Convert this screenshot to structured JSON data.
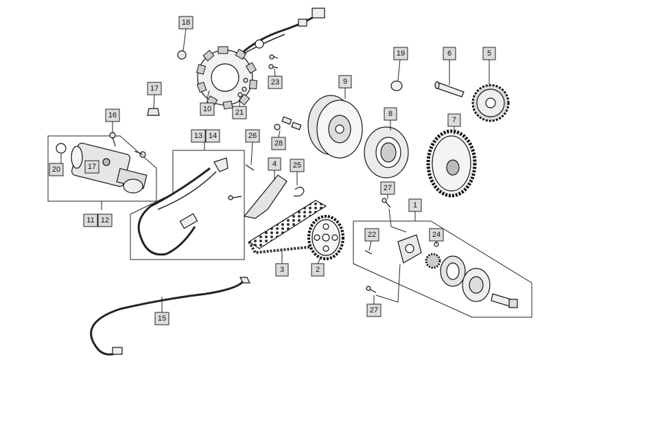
{
  "callouts": {
    "c1": "1",
    "c2": "2",
    "c3": "3",
    "c4": "4",
    "c5": "5",
    "c6": "6",
    "c7": "7",
    "c8": "8",
    "c9": "9",
    "c10": "10",
    "c11": "11",
    "c12": "12",
    "c13": "13",
    "c14": "14",
    "c15": "15",
    "c16": "16",
    "c17a": "17",
    "c17b": "17",
    "c18": "18",
    "c19": "19",
    "c20": "20",
    "c21": "21",
    "c22": "22",
    "c23": "23",
    "c24": "24",
    "c25": "25",
    "c26": "26",
    "c27a": "27",
    "c27b": "27",
    "c28": "28"
  }
}
